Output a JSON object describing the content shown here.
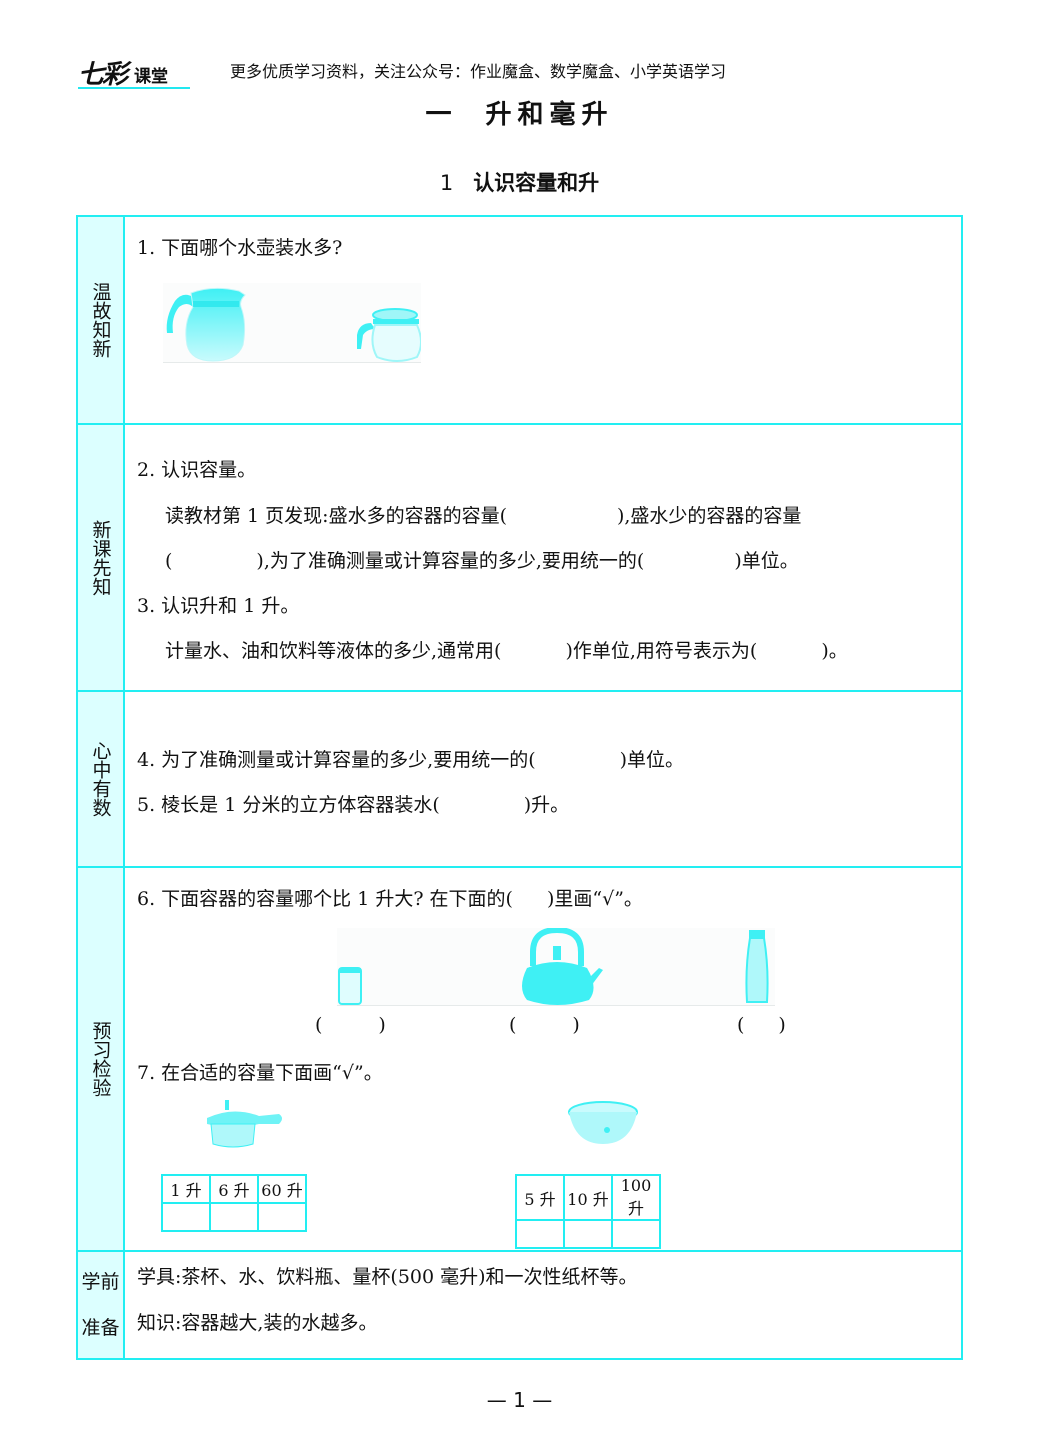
{
  "header": {
    "logo_main": "七彩",
    "logo_sub": "课堂",
    "promo": "更多优质学习资料，关注公众号：作业魔盒、数学魔盒、小学英语学习"
  },
  "chapter": {
    "number": "一",
    "title": "升和毫升"
  },
  "section": {
    "number": "1",
    "title": "认识容量和升"
  },
  "rows": [
    {
      "side": "温故知新",
      "items": [
        {
          "text": "1. 下面哪个水壶装水多?"
        }
      ],
      "images": [
        "large-pitcher",
        "small-coffee-pot"
      ]
    },
    {
      "side": "新课先知",
      "items": [
        {
          "text": "2. 认识容量。"
        },
        {
          "pre": "读教材第 1 页发现:盛水多的容器的容量(",
          "post": "),盛水少的容器的容量"
        },
        {
          "pre": "(",
          "mid": "),为了准确测量或计算容量的多少,要用统一的(",
          "post": ")单位。"
        },
        {
          "text": "3. 认识升和 1 升。"
        },
        {
          "pre": "计量水、油和饮料等液体的多少,通常用(",
          "mid": ")作单位,用符号表示为(",
          "post": ")。"
        }
      ]
    },
    {
      "side": "心中有数",
      "items": [
        {
          "pre": "4. 为了准确测量或计算容量的多少,要用统一的(",
          "post": ")单位。"
        },
        {
          "pre": "5. 棱长是 1 分米的立方体容器装水(",
          "post": ")升。"
        }
      ]
    },
    {
      "side": "预习检验",
      "items": [
        {
          "pre": "6. 下面容器的容量哪个比 1 升大? 在下面的(",
          "post": ")里画“√”。"
        },
        {
          "text": "7. 在合适的容量下面画“√”。"
        }
      ],
      "q6_images": [
        "small-jar",
        "kettle",
        "bottle"
      ],
      "q6_paren": [
        "(",
        ")"
      ],
      "q7_images": [
        "pressure-cooker",
        "basin"
      ],
      "q7_tables": [
        {
          "options": [
            "1 升",
            "6 升",
            "60 升"
          ]
        },
        {
          "options": [
            "5 升",
            "10 升",
            "100 升"
          ]
        }
      ]
    },
    {
      "side_lines": [
        "学前",
        "准备"
      ],
      "items": [
        {
          "text": "学具:茶杯、水、饮料瓶、量杯(500 毫升)和一次性纸杯等。"
        },
        {
          "text": "知识:容器越大,装的水越多。"
        }
      ]
    }
  ],
  "page_number": "— 1 —",
  "colors": {
    "border": "#22eef2",
    "side_fill": "#dcffff",
    "image_tint": "#3ff0f4"
  }
}
